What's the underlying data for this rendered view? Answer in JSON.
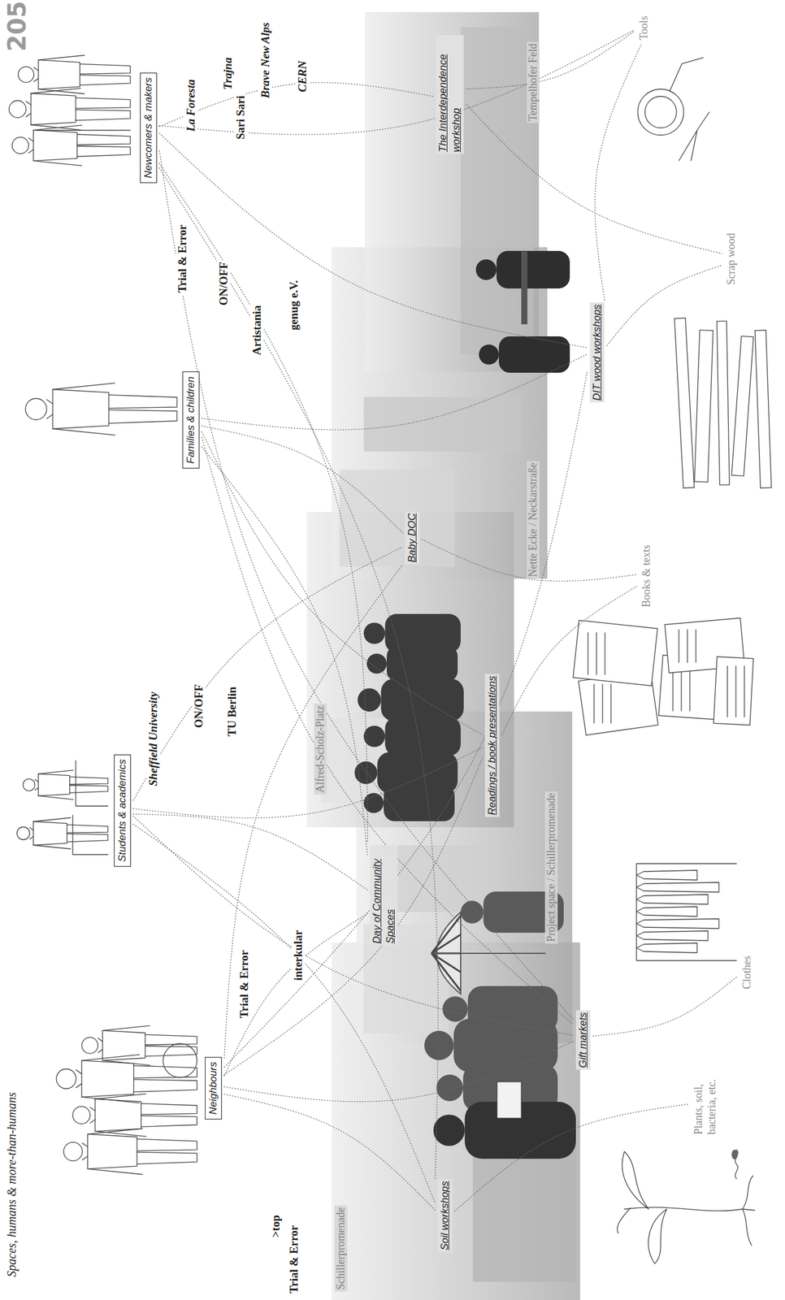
{
  "diagram": {
    "title": "Spaces, humans & more-than-humans",
    "nodes": [
      {
        "text": [
          "Neighbours"
        ]
      },
      {
        "text": [
          "Students & academics"
        ]
      },
      {
        "text": [
          "Families & children"
        ]
      },
      {
        "text": [
          "Newcomers & makers"
        ]
      },
      {
        "text": [
          "Soil workshops"
        ]
      },
      {
        "text": [
          "Gift markets"
        ]
      },
      {
        "text": [
          "Day of Community Spaces"
        ]
      },
      {
        "text": [
          "Readings / book presentations"
        ]
      },
      {
        "text": [
          "Baby DOC"
        ]
      },
      {
        "text": [
          "DIT wood workshops"
        ]
      },
      {
        "text": [
          "The Interdependence workshop"
        ]
      },
      {
        "text": [
          "Plants, soil, bacteria, etc."
        ]
      },
      {
        "text": [
          "Clothes"
        ]
      },
      {
        "text": [
          "Books & texts"
        ]
      },
      {
        "text": [
          "Scrap wood"
        ]
      },
      {
        "text": [
          "Tools"
        ]
      }
    ],
    "edges": [
      {
        "from": 0,
        "to": 4,
        "arrow": "none"
      },
      {
        "from": 0,
        "to": 5,
        "arrow": "none"
      },
      {
        "from": 0,
        "to": 6,
        "arrow": "none"
      },
      {
        "from": 0,
        "to": 7,
        "arrow": "none"
      },
      {
        "from": 0,
        "to": 8,
        "arrow": "none"
      },
      {
        "from": 0,
        "to": 9,
        "arrow": "none"
      },
      {
        "from": 1,
        "to": 4,
        "arrow": "none"
      },
      {
        "from": 1,
        "to": 5,
        "arrow": "none"
      },
      {
        "from": 1,
        "to": 6,
        "arrow": "none"
      },
      {
        "from": 1,
        "to": 7,
        "arrow": "none"
      },
      {
        "from": 1,
        "to": 8,
        "arrow": "none"
      },
      {
        "from": 2,
        "to": 5,
        "arrow": "none"
      },
      {
        "from": 2,
        "to": 6,
        "arrow": "none"
      },
      {
        "from": 2,
        "to": 7,
        "arrow": "none"
      },
      {
        "from": 2,
        "to": 8,
        "arrow": "none"
      },
      {
        "from": 2,
        "to": 9,
        "arrow": "none"
      },
      {
        "from": 3,
        "to": 4,
        "arrow": "none"
      },
      {
        "from": 3,
        "to": 5,
        "arrow": "none"
      },
      {
        "from": 3,
        "to": 6,
        "arrow": "none"
      },
      {
        "from": 3,
        "to": 9,
        "arrow": "none"
      },
      {
        "from": 3,
        "to": 10,
        "arrow": "none"
      },
      {
        "from": 3,
        "to": 15,
        "arrow": "none"
      },
      {
        "from": 4,
        "to": 11,
        "arrow": "none"
      },
      {
        "from": 5,
        "to": 12,
        "arrow": "none"
      },
      {
        "from": 7,
        "to": 13,
        "arrow": "none"
      },
      {
        "from": 8,
        "to": 13,
        "arrow": "none"
      },
      {
        "from": 9,
        "to": 14,
        "arrow": "none"
      },
      {
        "from": 10,
        "to": 14,
        "arrow": "none"
      },
      {
        "from": 9,
        "to": 15,
        "arrow": "none"
      },
      {
        "from": 10,
        "to": 15,
        "arrow": "none"
      }
    ],
    "labels": [
      "205",
      ">top",
      "Trial & Error",
      "Trial & Error",
      "interkular",
      "Sheffield University",
      "ON/OFF",
      "TU Berlin",
      "Trial & Error",
      "ON/OFF",
      "Artistania",
      "genug e.V.",
      "La Foresta",
      "Sari Sari",
      "Trajna",
      "Brave New Alps",
      "CERN",
      "Schillerpromenade",
      "Project space / Schillerpromenade",
      "Alfred-Scholz-Platz",
      "Nette Ecke / Neckarstraße",
      "Tempelhofer Feld"
    ]
  }
}
